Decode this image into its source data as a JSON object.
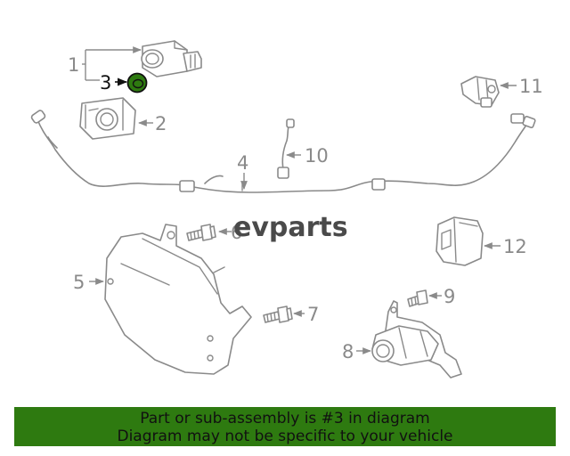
{
  "labels": {
    "l1": "1",
    "l2": "2",
    "l3": "3",
    "l4": "4",
    "l5": "5",
    "l6": "6",
    "l7": "7",
    "l8": "8",
    "l9": "9",
    "l10": "10",
    "l11": "11",
    "l12": "12"
  },
  "highlighted_part": "3",
  "colors": {
    "highlight": "#2e7a10",
    "line": "#8a8a8a",
    "banner": "#2e7a10"
  },
  "watermark": "evparts",
  "banner": {
    "line1": "Part or sub-assembly is #3 in diagram",
    "line2": "Diagram may not be specific to your vehicle"
  }
}
